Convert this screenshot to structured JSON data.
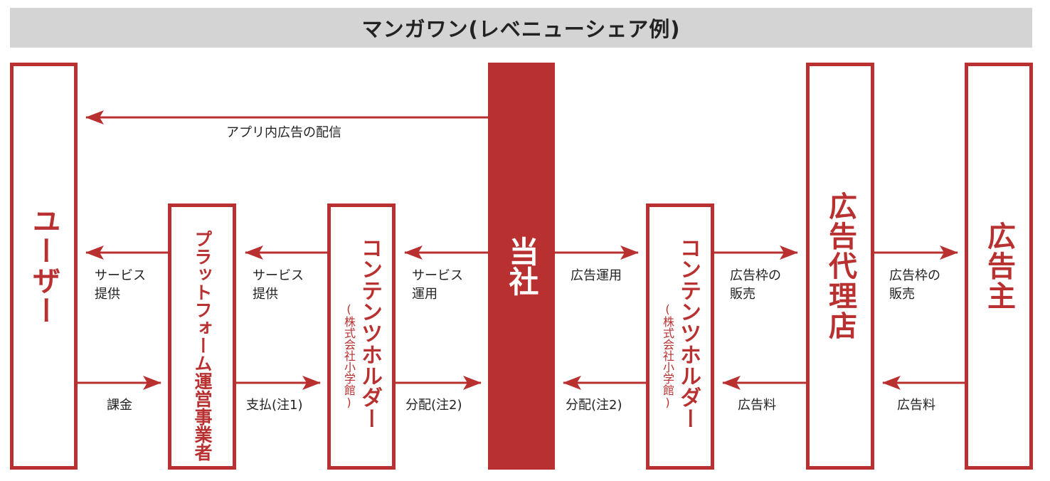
{
  "title": "マンガワン(レベニューシェア例)",
  "colors": {
    "accent": "#b93030",
    "title_bg": "#d4d4d4",
    "text": "#222222"
  },
  "entities": {
    "user": "ユーザー",
    "platform": "プラットフォーム運営事業者",
    "holder_left": {
      "name": "コンテンツホルダー",
      "company": "(株式会社小学館)"
    },
    "company": "当社",
    "holder_right": {
      "name": "コンテンツホルダー",
      "company": "(株式会社小学館)"
    },
    "agency": "広告代理店",
    "advertiser": "広告主"
  },
  "flows": {
    "in_app_ads": "アプリ内広告の配信",
    "service_user": [
      "サービス",
      "提供"
    ],
    "service_platform": [
      "サービス",
      "提供"
    ],
    "service_ops": [
      "サービス",
      "運用"
    ],
    "ad_ops": "広告運用",
    "ad_slot_sales_1": [
      "広告枠の",
      "販売"
    ],
    "ad_slot_sales_2": [
      "広告枠の",
      "販売"
    ],
    "billing": "課金",
    "payment": "支払(注1)",
    "distribution_left": "分配(注2)",
    "distribution_right": "分配(注2)",
    "ad_fee_1": "広告料",
    "ad_fee_2": "広告料"
  }
}
